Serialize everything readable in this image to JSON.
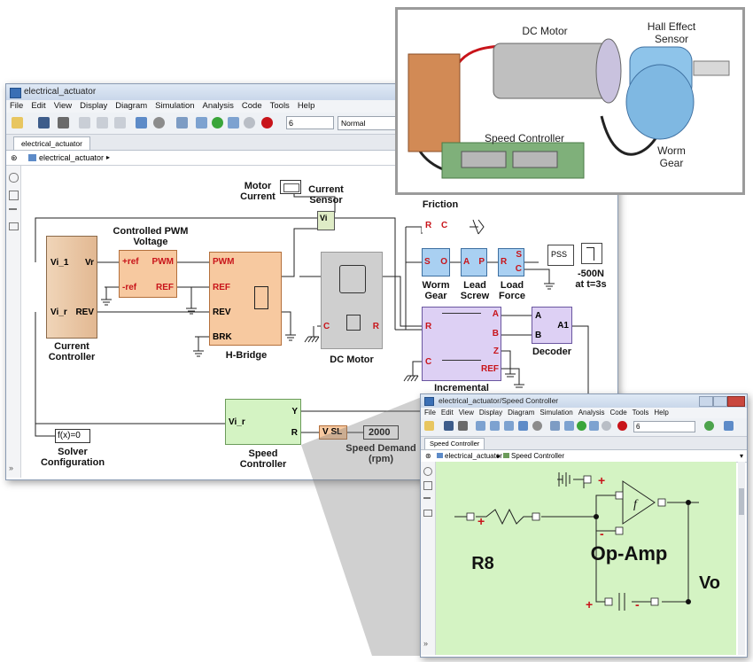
{
  "main_window": {
    "title": "electrical_actuator",
    "menu": [
      "File",
      "Edit",
      "View",
      "Display",
      "Diagram",
      "Simulation",
      "Analysis",
      "Code",
      "Tools",
      "Help"
    ],
    "stop_time": "6",
    "sim_mode": "Normal",
    "tab": "electrical_actuator",
    "breadcrumb": "electrical_actuator"
  },
  "diagram": {
    "current_controller": {
      "label": "Current\nController",
      "port_in1": "Vi_1",
      "port_in2": "Vi_r",
      "port_out1": "Vr",
      "port_out2": "REV"
    },
    "pwm": {
      "label": "Controlled PWM\nVoltage",
      "ref_plus": "+ref",
      "pwm": "PWM",
      "ref_minus": "-ref",
      "ref": "REF"
    },
    "hbridge": {
      "label": "H-Bridge",
      "pwm": "PWM",
      "ref": "REF",
      "rev": "REV",
      "brk": "BRK"
    },
    "motor_current": "Motor\nCurrent",
    "current_sensor": {
      "label": "Current\nSensor",
      "port": "Vi"
    },
    "dc_motor": {
      "label": "DC Motor",
      "c": "C",
      "r": "R"
    },
    "friction": "Friction",
    "friction_r": "R",
    "friction_c": "C",
    "worm_gear": {
      "label": "Worm\nGear",
      "s": "S",
      "o": "O"
    },
    "lead_screw": {
      "label": "Lead\nScrew",
      "a": "A",
      "p": "P"
    },
    "load_force": {
      "label": "Load\nForce",
      "r": "R",
      "s": "S",
      "c": "C"
    },
    "pss": "PSS",
    "force_step": "-500N\nat t=3s",
    "encoder": {
      "label": "Incremental",
      "r": "R",
      "c": "C",
      "a": "A",
      "b": "B",
      "z": "Z",
      "ref": "REF"
    },
    "decoder": {
      "label": "Decoder",
      "a": "A",
      "b": "B",
      "a1": "A1"
    },
    "solver": {
      "text": "f(x)=0",
      "label": "Solver\nConfiguration"
    },
    "speed_controller": {
      "label": "Speed\nController",
      "vi_r": "Vi_r",
      "y": "Y",
      "r": "R"
    },
    "vsl": "V SL",
    "speed_value": "2000",
    "speed_label": "Speed Demand\n(rpm)"
  },
  "photo": {
    "dc_motor": "DC Motor",
    "hall": "Hall Effect\nSensor",
    "speed_controller": "Speed Controller",
    "worm_gear": "Worm\nGear"
  },
  "sub_window": {
    "title": "electrical_actuator/Speed Controller",
    "menu": [
      "File",
      "Edit",
      "View",
      "Display",
      "Diagram",
      "Simulation",
      "Analysis",
      "Code",
      "Tools",
      "Help"
    ],
    "stop_time": "6",
    "tab": "Speed Controller",
    "breadcrumb_root": "electrical_actuator",
    "breadcrumb_child": "Speed Controller",
    "r8": "R8",
    "opamp": "Op-Amp",
    "vo": "Vo"
  },
  "colors": {
    "orange": "#f7c9a0",
    "tan": "#f0d5b8",
    "green": "#d4f3c3",
    "blue": "#a9d0f2",
    "purple": "#ddd0f4",
    "gray": "#cfcfcf"
  }
}
